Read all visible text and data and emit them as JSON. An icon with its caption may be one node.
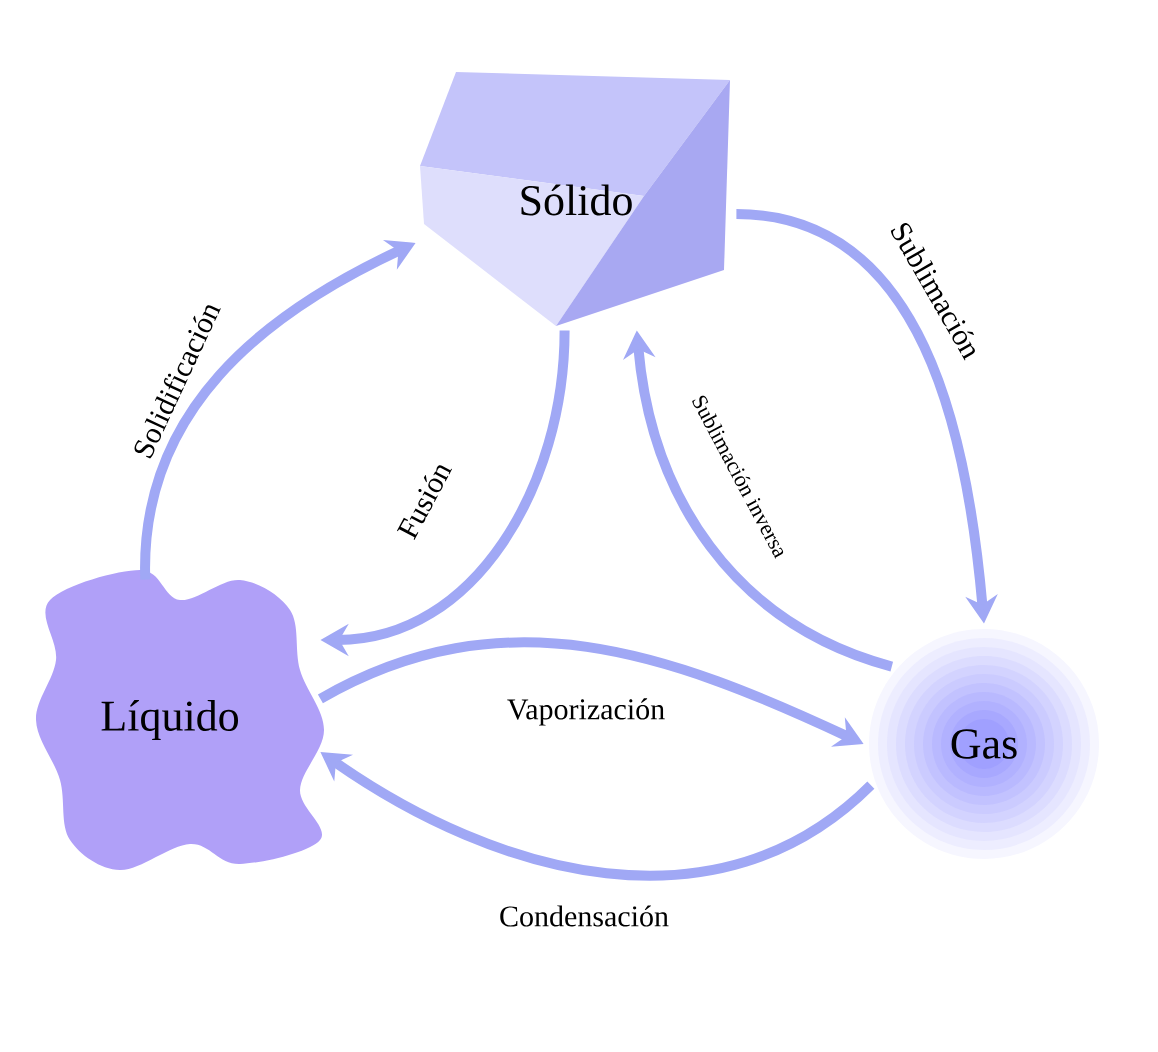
{
  "diagram": {
    "nodes": [
      {
        "text": [
          "Sólido"
        ]
      },
      {
        "text": [
          "Líquido"
        ]
      },
      {
        "text": [
          "Gas"
        ]
      }
    ],
    "edges": [
      {
        "from": 1,
        "to": 0,
        "arrow": "to",
        "label": "Solidificación"
      },
      {
        "from": 0,
        "to": 2,
        "arrow": "to",
        "label": "Sublimación"
      },
      {
        "from": 0,
        "to": 1,
        "arrow": "to",
        "label": "Fusión"
      },
      {
        "from": 2,
        "to": 0,
        "arrow": "to",
        "label": "Sublimación inversa"
      },
      {
        "from": 1,
        "to": 2,
        "arrow": "to",
        "label": "Vaporización"
      },
      {
        "from": 2,
        "to": 1,
        "arrow": "to",
        "label": "Condensación"
      }
    ]
  }
}
